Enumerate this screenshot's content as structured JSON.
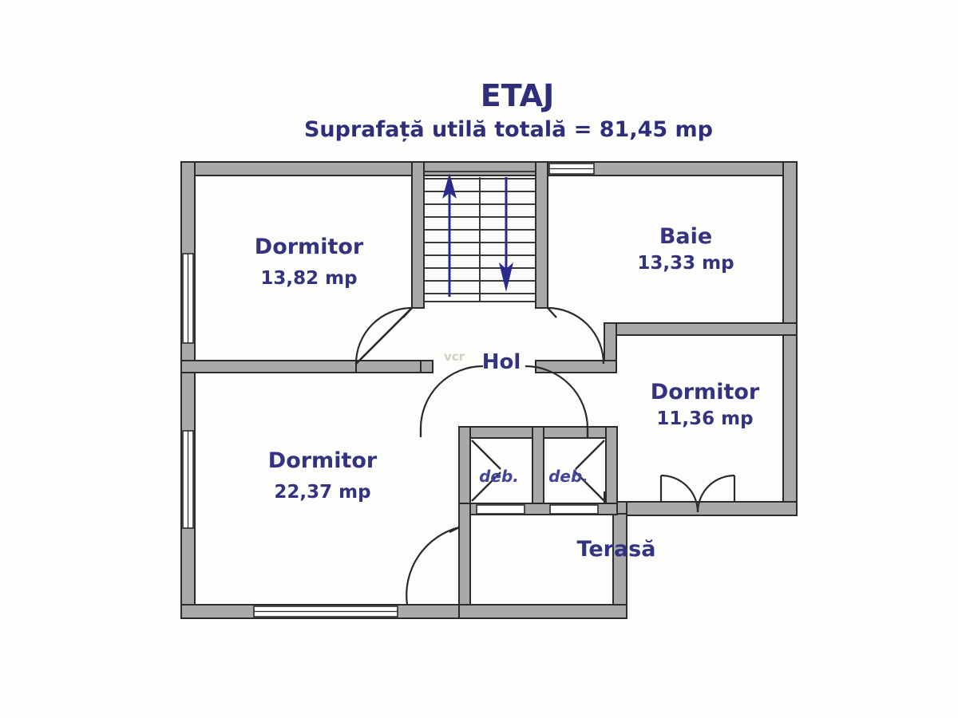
{
  "header": {
    "title": "ETAJ",
    "subtitle": "Suprafață utilă totală = 81,45 mp"
  },
  "rooms": [
    {
      "id": "dormitor-top-left",
      "name": "Dormitor",
      "area": "13,82 mp"
    },
    {
      "id": "baie",
      "name": "Baie",
      "area": "13,33 mp"
    },
    {
      "id": "dormitor-right",
      "name": "Dormitor",
      "area": "11,36 mp"
    },
    {
      "id": "dormitor-bottom-left",
      "name": "Dormitor",
      "area": "22,37 mp"
    },
    {
      "id": "hol",
      "name": "Hol",
      "area": ""
    },
    {
      "id": "debara-left",
      "name": "deb.",
      "area": ""
    },
    {
      "id": "debara-right",
      "name": "deb.",
      "area": ""
    },
    {
      "id": "terasa",
      "name": "Terasă",
      "area": ""
    }
  ],
  "stairs": {
    "up_arrow": "arrow-up",
    "down_arrow": "arrow-down",
    "step_count": 11
  },
  "colors": {
    "text_blue": "#33337f",
    "wall_fill": "#a9a9a9",
    "wall_stroke": "#2b2b2b",
    "arrow_blue": "#2a2a8c",
    "background": "#ffffff"
  },
  "watermark": {
    "text": "vcr"
  }
}
